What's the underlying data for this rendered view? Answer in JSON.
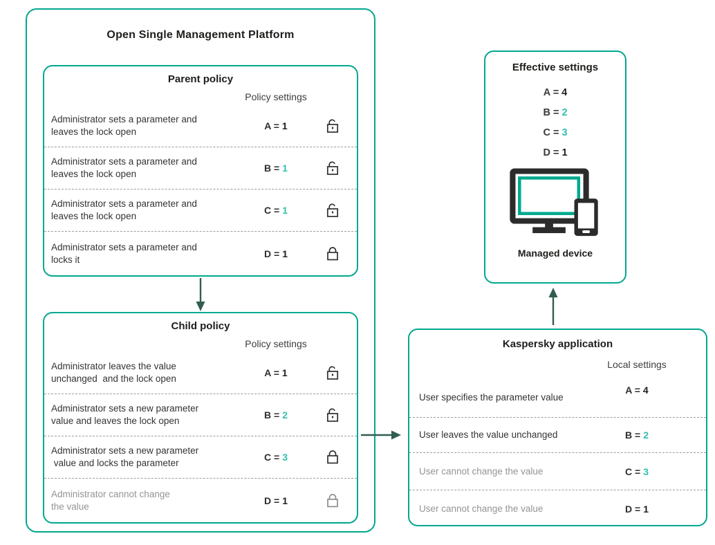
{
  "colors": {
    "teal": "#00a88e",
    "value_teal": "#2fc0ac",
    "arrow": "#315c52",
    "muted_text": "#949494"
  },
  "osmp": {
    "title": "Open Single Management Platform",
    "parent_policy": {
      "title": "Parent policy",
      "column_header": "Policy settings",
      "rows": [
        {
          "description": "Administrator sets a parameter and\nleaves the lock open",
          "param_eq": "A =",
          "value": "1",
          "variant": "dark",
          "lock": "open",
          "muted": false
        },
        {
          "description": "Administrator sets a parameter and\nleaves the lock open",
          "param_eq": "B =",
          "value": "1",
          "variant": "teal",
          "lock": "open",
          "muted": false
        },
        {
          "description": "Administrator sets a parameter and\nleaves the lock open",
          "param_eq": "C =",
          "value": "1",
          "variant": "teal",
          "lock": "open",
          "muted": false
        },
        {
          "description": "Administrator sets a parameter and\nlocks it",
          "param_eq": "D =",
          "value": "1",
          "variant": "dark",
          "lock": "closed",
          "muted": false
        }
      ]
    },
    "child_policy": {
      "title": "Child policy",
      "column_header": "Policy settings",
      "rows": [
        {
          "description": "Administrator leaves the value\nunchanged  and the lock open",
          "param_eq": "A =",
          "value": "1",
          "variant": "dark",
          "lock": "open",
          "muted": false
        },
        {
          "description": "Administrator sets a new parameter\nvalue and leaves the lock open",
          "param_eq": "B =",
          "value": "2",
          "variant": "teal",
          "lock": "open",
          "muted": false
        },
        {
          "description": "Administrator sets a new parameter\n value and locks the parameter",
          "param_eq": "C =",
          "value": "3",
          "variant": "teal",
          "lock": "closed",
          "muted": false
        },
        {
          "description": "Administrator cannot change\nthe value",
          "param_eq": "D =",
          "value": "1",
          "variant": "dark",
          "lock": "closed",
          "muted": true
        }
      ]
    }
  },
  "kaspersky_application": {
    "title": "Kaspersky application",
    "column_header": "Local settings",
    "rows": [
      {
        "description": "User specifies the parameter value",
        "param_eq": "A =",
        "value": "4",
        "variant": "dark",
        "muted": false
      },
      {
        "description": "User leaves the value unchanged",
        "param_eq": "B =",
        "value": "2",
        "variant": "teal",
        "muted": false
      },
      {
        "description": "User cannot change the value",
        "param_eq": "C =",
        "value": "3",
        "variant": "teal",
        "muted": true
      },
      {
        "description": "User cannot change the value",
        "param_eq": "D =",
        "value": "1",
        "variant": "dark",
        "muted": true
      }
    ]
  },
  "effective_settings": {
    "title": "Effective settings",
    "values": [
      {
        "param_eq": "A =",
        "value": "4",
        "variant": "dark"
      },
      {
        "param_eq": "B =",
        "value": "2",
        "variant": "teal"
      },
      {
        "param_eq": "C =",
        "value": "3",
        "variant": "teal"
      },
      {
        "param_eq": "D =",
        "value": "1",
        "variant": "dark"
      }
    ],
    "device_label": "Managed device"
  }
}
